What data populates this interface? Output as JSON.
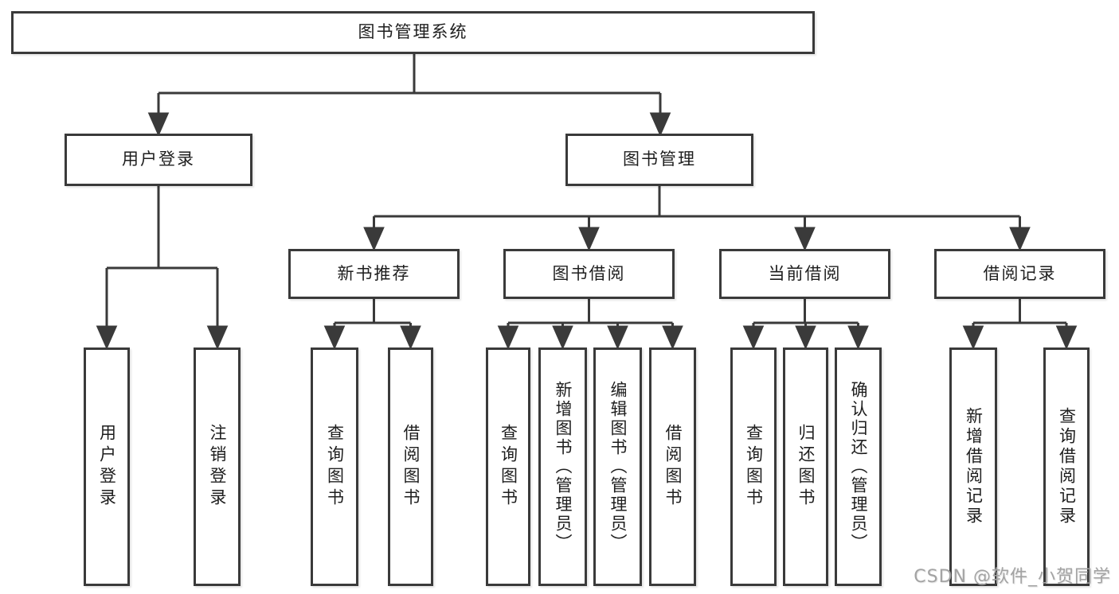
{
  "diagram": {
    "colors": {
      "line": "#3a3a3a",
      "box_border": "#3a3a3a",
      "box_fill": "#ffffff",
      "text": "#1e1e1e",
      "watermark": "#a3a3a3",
      "background": "#ffffff"
    },
    "tree": {
      "root": {
        "label": "图书管理系统"
      },
      "branches": [
        {
          "label": "用户登录",
          "children": [
            {
              "label": "用户登录"
            },
            {
              "label": "注销登录"
            }
          ]
        },
        {
          "label": "图书管理",
          "children": [
            {
              "label": "新书推荐",
              "children": [
                {
                  "label": "查询图书"
                },
                {
                  "label": "借阅图书"
                }
              ]
            },
            {
              "label": "图书借阅",
              "children": [
                {
                  "label": "查询图书"
                },
                {
                  "label": "新增图书（管理员）"
                },
                {
                  "label": "编辑图书（管理员）"
                },
                {
                  "label": "借阅图书"
                }
              ]
            },
            {
              "label": "当前借阅",
              "children": [
                {
                  "label": "查询图书"
                },
                {
                  "label": "归还图书"
                },
                {
                  "label": "确认归还（管理员）"
                }
              ]
            },
            {
              "label": "借阅记录",
              "children": [
                {
                  "label": "新增借阅记录"
                },
                {
                  "label": "查询借阅记录"
                }
              ]
            }
          ]
        }
      ]
    },
    "watermark": {
      "text": "CSDN @软件_小贺同学"
    }
  }
}
